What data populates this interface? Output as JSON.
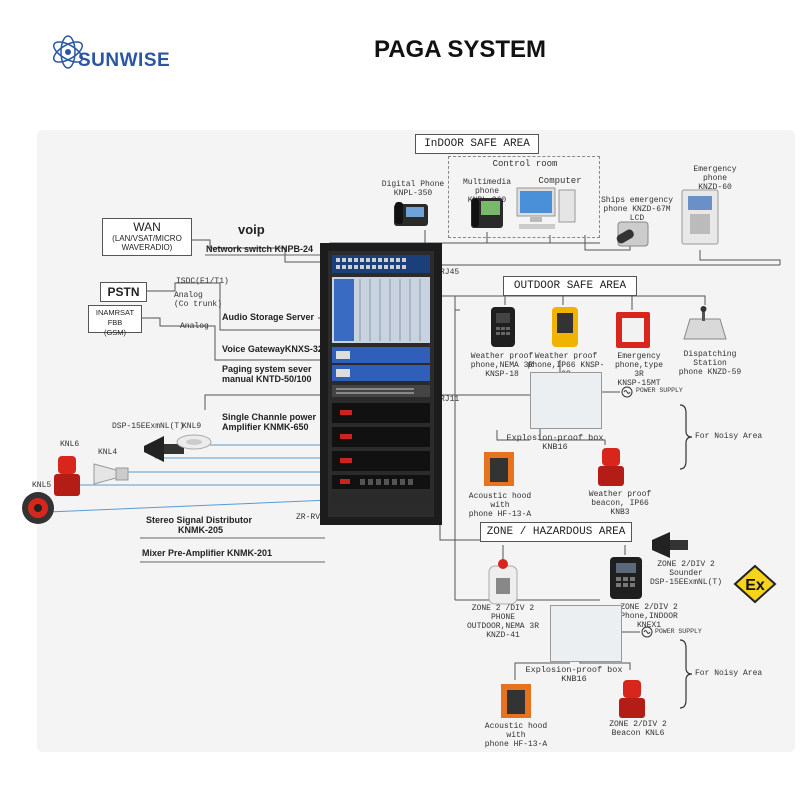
{
  "header": {
    "brand": "SUNWISE",
    "title": "PAGA SYSTEM"
  },
  "indoor": {
    "area_label": "InDOOR SAFE AREA",
    "control_room": "Control room",
    "digital_phone": [
      "Digital Phone",
      "KNPL-350"
    ],
    "multimedia_phone": [
      "Multimedia phone",
      "KNPL-360"
    ],
    "computer": "Computer",
    "ships_emergency": [
      "Ships emergency",
      "phone KNZD-67M  LCD"
    ],
    "emergency_phone": [
      "Emergency phone",
      "KNZD-60"
    ]
  },
  "left": {
    "wan_title": "WAN",
    "wan_sub": [
      "(LAN/VSAT/MICRO",
      "WAVERADIO)"
    ],
    "voip": "voip",
    "pstn": "PSTN",
    "inmarsat": [
      "INAMRSAT FBB",
      "(GSM)"
    ],
    "isdn": "ISDC(E1/T1)",
    "analog_co": [
      "Analog",
      "(Co trunk)"
    ],
    "analog": "Analog"
  },
  "rack": {
    "network_switch": "Network switch KNPB-24",
    "audio_storage": "Audio Storage Server",
    "voice_gateway": "Voice GatewayKNXS-32",
    "paging_server": [
      "Paging system sever",
      "manual KNTD-50/100"
    ],
    "amplifier": [
      "Single Channle power",
      "Amplifier KNMK-650"
    ],
    "stereo": [
      "Stereo Signal Distributor",
      "KNMK-205"
    ],
    "mixer": "Mixer Pre-Amplifier KNMK-201",
    "rj45": "RJ45",
    "rj11": "RJ11",
    "zrrvs": "ZR-RVS"
  },
  "speakers": {
    "dsp": "DSP-15EExmNL(T)",
    "knl9": "KNL9",
    "knl6": "KNL6",
    "knl4": "KNL4",
    "knl5": "KNL5"
  },
  "outdoor": {
    "area_label": "OUTDOOR SAFE AREA",
    "weather_nema": [
      "Weather proof",
      "phone,NEMA 3R",
      "KNSP-18"
    ],
    "weather_ip66": [
      "Weather proof",
      "phone,IP66 KNSP-08"
    ],
    "emergency_type3r": [
      "Emergency",
      "phone,type 3R",
      "KNSP-15MT"
    ],
    "dispatching": [
      "Dispatching Station",
      "phone KNZD-59"
    ],
    "power_supply": "POWER SUPPLY",
    "explosion_box": [
      "Explosion-proof box",
      "KNB16"
    ],
    "for_noisy": "For Noisy Area",
    "acoustic_hood": [
      "Acoustic hood with",
      "phone HF-13-A"
    ],
    "beacon": [
      "Weather proof",
      "beacon, IP66 KNB3"
    ]
  },
  "zone": {
    "area_label": "ZONE / HAZARDOUS AREA",
    "zone2_outdoor": [
      "ZONE 2 /DIV 2 PHONE",
      "OUTDOOR,NEMA 3R",
      "KNZD-41"
    ],
    "zone2_indoor": [
      "ZONE 2/DIV 2",
      "Phone,INDOOR KNEX1"
    ],
    "sounder": [
      "ZONE 2/DIV 2",
      "Sounder",
      "DSP-15EExmNL(T)"
    ],
    "ex_symbol": "Ex",
    "power_supply": "POWER SUPPLY",
    "explosion_box": [
      "Explosion-proof box",
      "KNB16"
    ],
    "for_noisy": "For Noisy Area",
    "acoustic_hood": [
      "Acoustic hood with",
      "phone HF-13-A"
    ],
    "beacon": [
      "ZONE 2/DIV 2",
      "Beacon KNL6"
    ]
  },
  "colors": {
    "brand_blue": "#2b56a3",
    "rack_black": "#1c1c1c",
    "equipment_blue": "#2f5fb8",
    "device_red": "#d8261c",
    "device_orange": "#e8731e",
    "ex_yellow": "#f7d31a",
    "line_grey": "#555555",
    "line_blue": "#5a9bd5"
  }
}
